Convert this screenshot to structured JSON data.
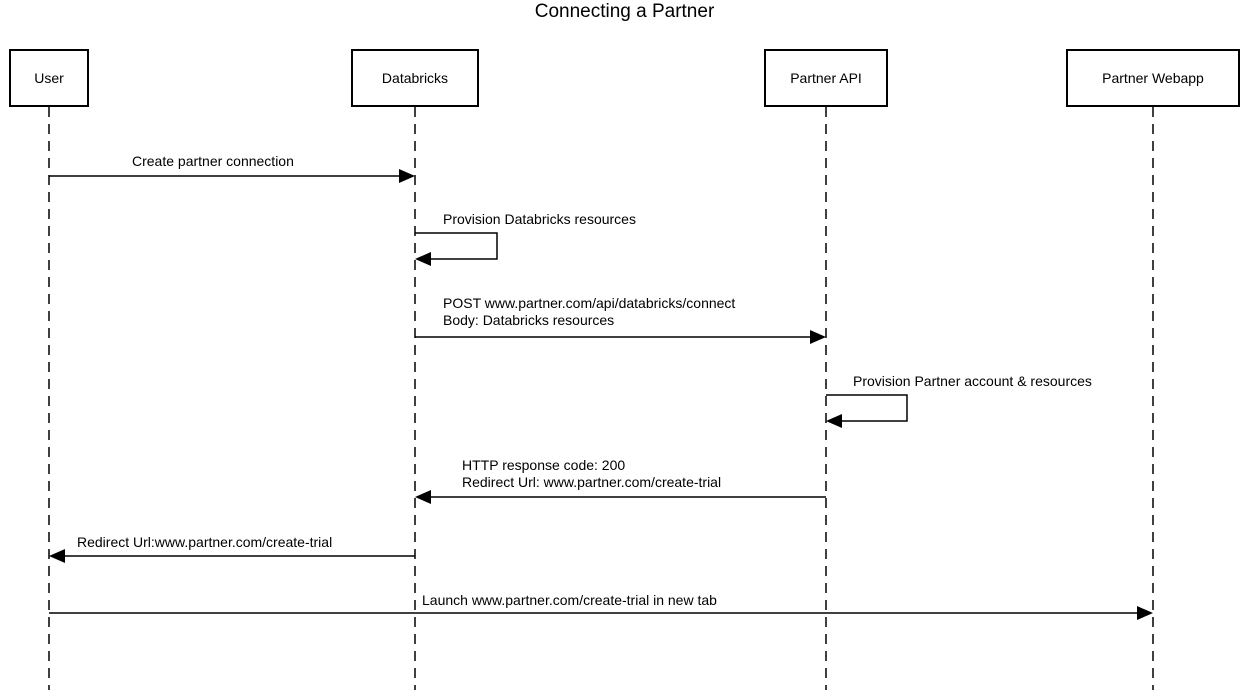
{
  "title": "Connecting a Partner",
  "participants": [
    "User",
    "Databricks",
    "Partner API",
    "Partner Webapp"
  ],
  "messages": [
    {
      "from": "User",
      "to": "Databricks",
      "lines": [
        "Create partner connection"
      ]
    },
    {
      "from": "Databricks",
      "to": "Databricks",
      "lines": [
        "Provision Databricks resources"
      ]
    },
    {
      "from": "Databricks",
      "to": "Partner API",
      "lines": [
        "POST www.partner.com/api/databricks/connect",
        "Body: Databricks resources"
      ]
    },
    {
      "from": "Partner API",
      "to": "Partner API",
      "lines": [
        "Provision Partner account & resources"
      ]
    },
    {
      "from": "Partner API",
      "to": "Databricks",
      "lines": [
        "HTTP response code: 200",
        "Redirect Url: www.partner.com/create-trial"
      ]
    },
    {
      "from": "Databricks",
      "to": "User",
      "lines": [
        "Redirect Url:www.partner.com/create-trial"
      ]
    },
    {
      "from": "User",
      "to": "Partner Webapp",
      "lines": [
        "Launch www.partner.com/create-trial in new tab"
      ]
    }
  ]
}
